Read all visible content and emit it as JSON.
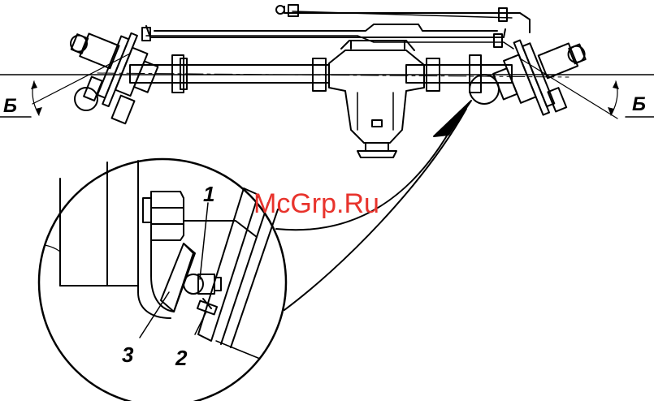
{
  "diagram": {
    "angle_label_left": "Б",
    "angle_label_right": "Б",
    "callouts": [
      "1",
      "2",
      "3"
    ]
  },
  "watermark": {
    "text": "McGrp.Ru",
    "color": "#e8332c"
  },
  "colors": {
    "line": "#000000",
    "background": "#ffffff"
  }
}
